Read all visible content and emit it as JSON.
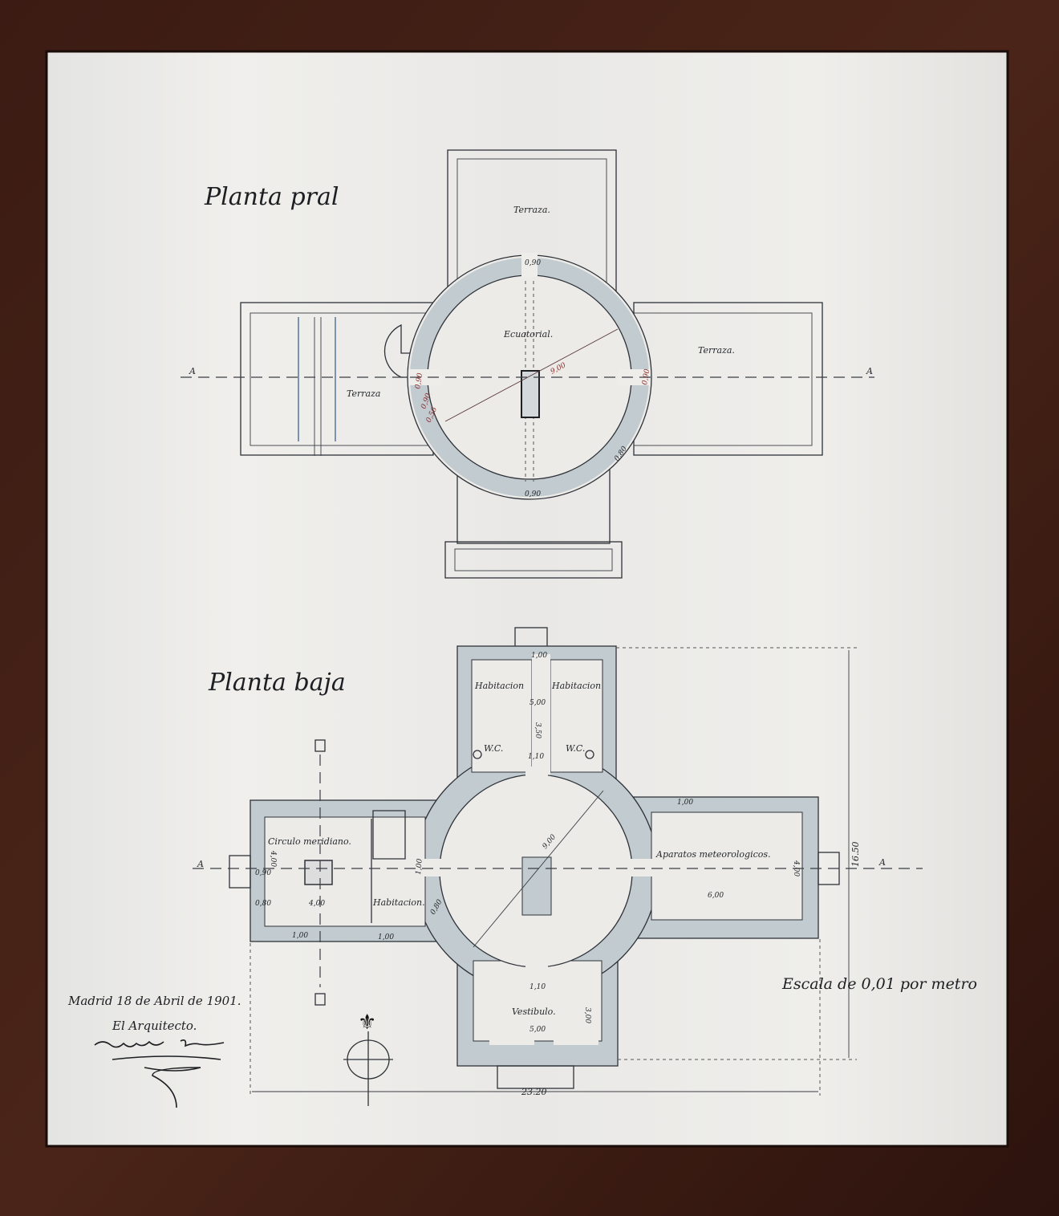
{
  "colors": {
    "frame": "#3a1c14",
    "paper": "#ecebe8",
    "wall_wash": "#c2cbcf",
    "ink": "#2e3238",
    "red_dimension": "#8a2a2a"
  },
  "upper_plan": {
    "title": "Planta pral",
    "rooms": {
      "terraza_top": "Terraza.",
      "terraza_right": "Terraza.",
      "terraza_left": "Terraza",
      "center": "Ecuatorial."
    },
    "dimensions": {
      "diameter": "9,00",
      "top_door": "0,90",
      "bottom_door": "0,90",
      "left_door": "0,90",
      "right_door": "0,90",
      "wall_a": "0,90",
      "wall_b": "0,56",
      "wall_c": "0,80"
    },
    "axis_left": "A",
    "axis_right": "A"
  },
  "lower_plan": {
    "title": "Planta baja",
    "rooms": {
      "hab_left": "Habitacion",
      "hab_right": "Habitacion",
      "wc_left": "W.C.",
      "wc_right": "W.C.",
      "circulo": "Circulo meridiano.",
      "habitacion": "Habitacion.",
      "aparatos": "Aparatos meteorologicos.",
      "vestibulo": "Vestibulo."
    },
    "dimensions": {
      "top_width": "5,00",
      "top_depth": "3,50",
      "top_door": "1,00",
      "wc_door": "1,10",
      "diameter": "9,00",
      "left_width": "4,00",
      "left_depth": "4,00",
      "left_door": "1,00",
      "left_door2": "1,00",
      "right_width": "6,00",
      "right_depth": "4,00",
      "right_door": "1,00",
      "vest_width": "5,00",
      "vest_depth": "3,00",
      "vest_door": "1,10",
      "total_width": "23.20",
      "total_height": "16.50",
      "side_a": "0,90",
      "side_b": "1,00",
      "side_c": "0,80",
      "side_d": "0,80"
    },
    "axis_left": "A",
    "axis_right": "A"
  },
  "footer": {
    "date": "Madrid 18 de Abril de 1901.",
    "role": "El Arquitecto.",
    "signature": "Enrique Fort",
    "scale": "Escala de 0,01 por metro"
  },
  "compass": {
    "icon": "fleur-de-lis-north-arrow-icon"
  }
}
